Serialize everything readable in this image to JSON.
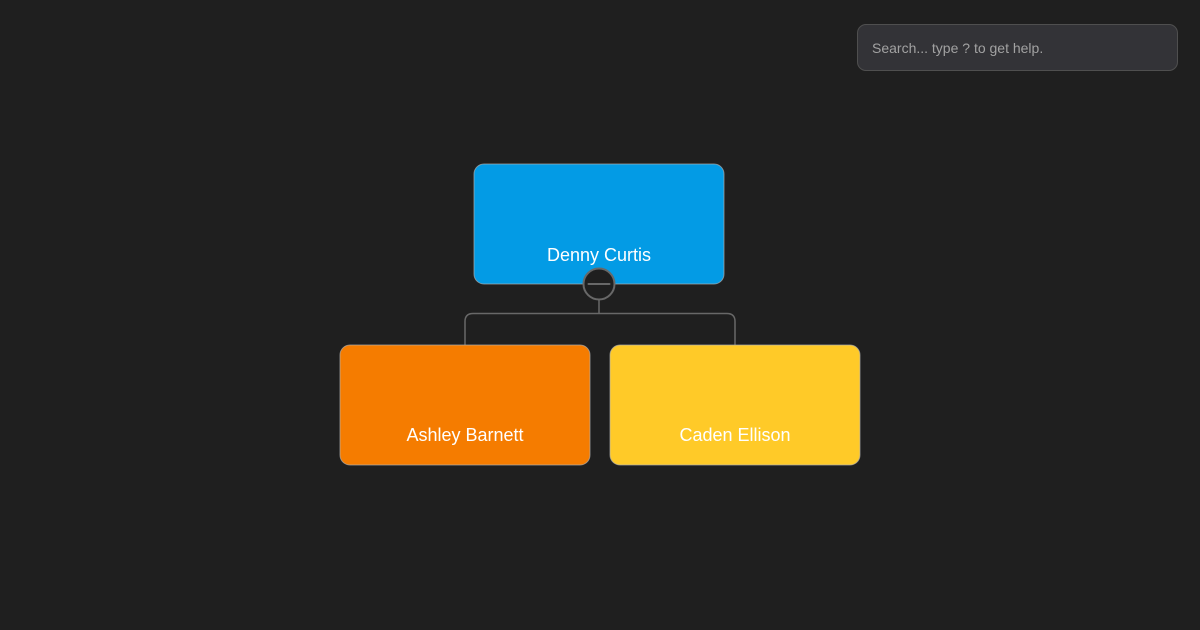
{
  "search": {
    "placeholder": "Search... type ? to get help."
  },
  "chart": {
    "type": "org-chart",
    "background": "#1f1f1f",
    "link_color": "#686868",
    "node_border_color": "#aeaeae",
    "label_color": "#ffffff",
    "nodes": [
      {
        "name": "Denny Curtis",
        "color": "#039BE5",
        "parent": null
      },
      {
        "name": "Ashley Barnett",
        "color": "#F57C00",
        "parent": "Denny Curtis"
      },
      {
        "name": "Caden Ellison",
        "color": "#FFCA28",
        "parent": "Denny Curtis"
      }
    ],
    "collapse_button": {
      "state": "expanded",
      "symbol": "minus"
    }
  }
}
